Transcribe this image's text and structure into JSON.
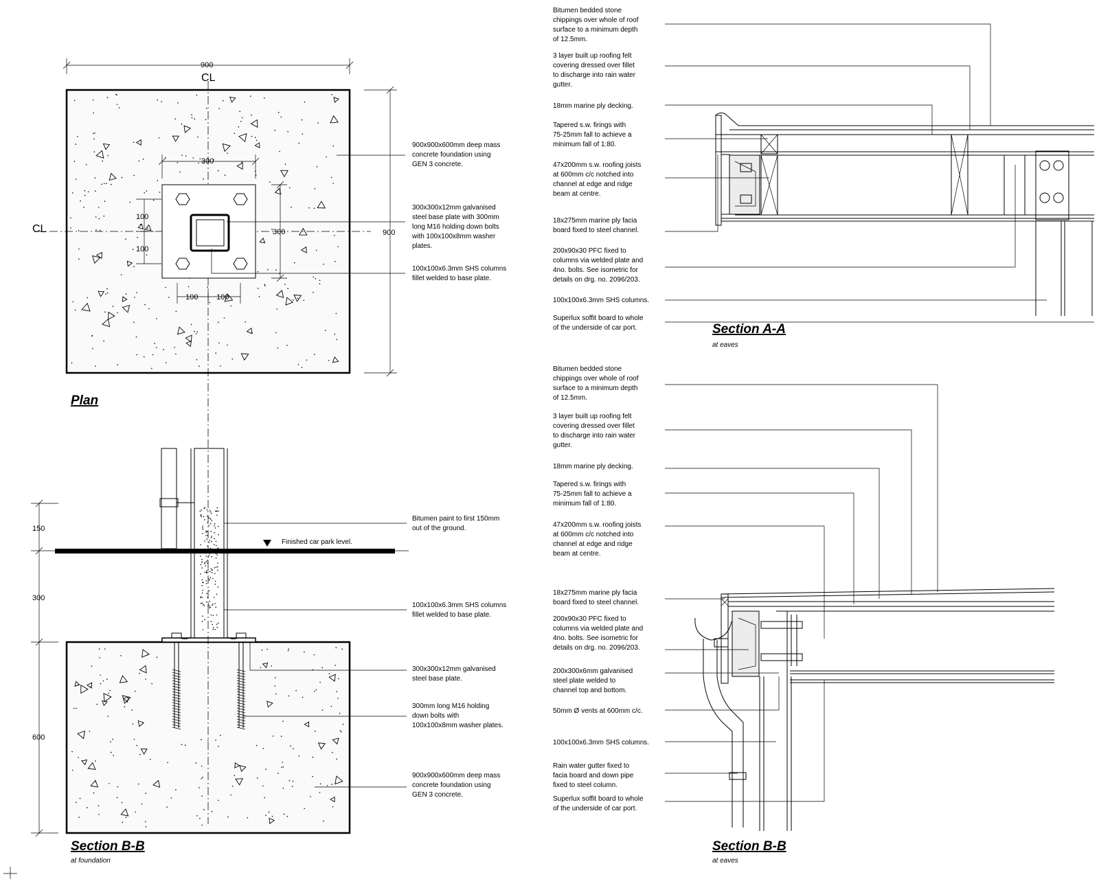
{
  "plan": {
    "title": "Plan",
    "centerline": "CL",
    "dims": {
      "top_width": "900",
      "right_height": "900",
      "plate_width": "300",
      "plate_height": "300",
      "bolt_v_top": "100",
      "bolt_v_bottom": "100",
      "bolt_h_left": "100",
      "bolt_h_right": "100"
    },
    "notes": [
      [
        "900x900x600mm deep mass",
        "concrete foundation using",
        "GEN 3 concrete."
      ],
      [
        "300x300x12mm galvanised",
        "steel base plate with 300mm",
        "long M16 holding down bolts",
        "with 100x100x8mm washer",
        "plates."
      ],
      [
        "100x100x6.3mm SHS columns",
        "fillet welded to base plate."
      ]
    ]
  },
  "section_b_foundation": {
    "title": "Section B-B",
    "subtitle": "at foundation",
    "level_label": "Finished car park level.",
    "dims": {
      "d150": "150",
      "d300": "300",
      "d600": "600"
    },
    "notes": [
      [
        "Bitumen paint to first 150mm",
        "out of the ground."
      ],
      [
        "100x100x6.3mm SHS columns",
        "fillet welded to base plate."
      ],
      [
        "300x300x12mm galvanised",
        "steel base plate."
      ],
      [
        "300mm long M16 holding",
        "down bolts with",
        "100x100x8mm washer plates."
      ],
      [
        "900x900x600mm deep mass",
        "concrete foundation using",
        "GEN 3 concrete."
      ]
    ]
  },
  "section_a_eaves": {
    "title": "Section A-A",
    "subtitle": "at eaves",
    "notes": [
      [
        "Bitumen bedded stone",
        "chippings over whole of roof",
        "surface to a minimum depth",
        "of 12.5mm."
      ],
      [
        "3 layer built up roofing felt",
        "covering dressed over fillet",
        "to discharge into rain water",
        "gutter."
      ],
      [
        "18mm marine ply decking."
      ],
      [
        "Tapered s.w. firings with",
        "75-25mm fall to achieve a",
        "minimum fall of 1:80."
      ],
      [
        "47x200mm s.w. roofing joists",
        "at 600mm c/c notched into",
        "channel at edge and ridge",
        "beam at centre."
      ],
      [
        "18x275mm marine ply facia",
        "board fixed to steel channel."
      ],
      [
        "200x90x30 PFC fixed to",
        "columns via welded plate and",
        "4no. bolts. See isometric for",
        "details on drg. no. 2096/203."
      ],
      [
        "100x100x6.3mm SHS columns."
      ],
      [
        "Superlux soffit board to whole",
        "of the underside of car port."
      ]
    ]
  },
  "section_b_eaves": {
    "title": "Section B-B",
    "subtitle": "at eaves",
    "notes": [
      [
        "Bitumen bedded stone",
        "chippings over whole of roof",
        "surface to a minimum depth",
        "of 12.5mm."
      ],
      [
        "3 layer built up roofing felt",
        "covering dressed over fillet",
        "to discharge into rain water",
        "gutter."
      ],
      [
        "18mm marine ply decking."
      ],
      [
        "Tapered s.w. firings with",
        "75-25mm fall to achieve a",
        "minimum fall of 1:80."
      ],
      [
        "47x200mm s.w. roofing joists",
        "at 600mm c/c notched into",
        "channel at edge and ridge",
        "beam at centre."
      ],
      [
        "18x275mm marine ply facia",
        "board fixed to steel channel."
      ],
      [
        "200x90x30 PFC fixed to",
        "columns via welded plate and",
        "4no. bolts. See isometric for",
        "details on drg. no. 2096/203."
      ],
      [
        "200x300x6mm galvanised",
        "steel plate welded to",
        "channel top and bottom."
      ],
      [
        "50mm Ø vents at 600mm c/c."
      ],
      [
        "100x100x6.3mm SHS columns."
      ],
      [
        "Rain water gutter fixed to",
        "facia board and down pipe",
        "fixed to steel column."
      ],
      [
        "Superlux soffit board to whole",
        "of the underside of car port."
      ]
    ]
  }
}
